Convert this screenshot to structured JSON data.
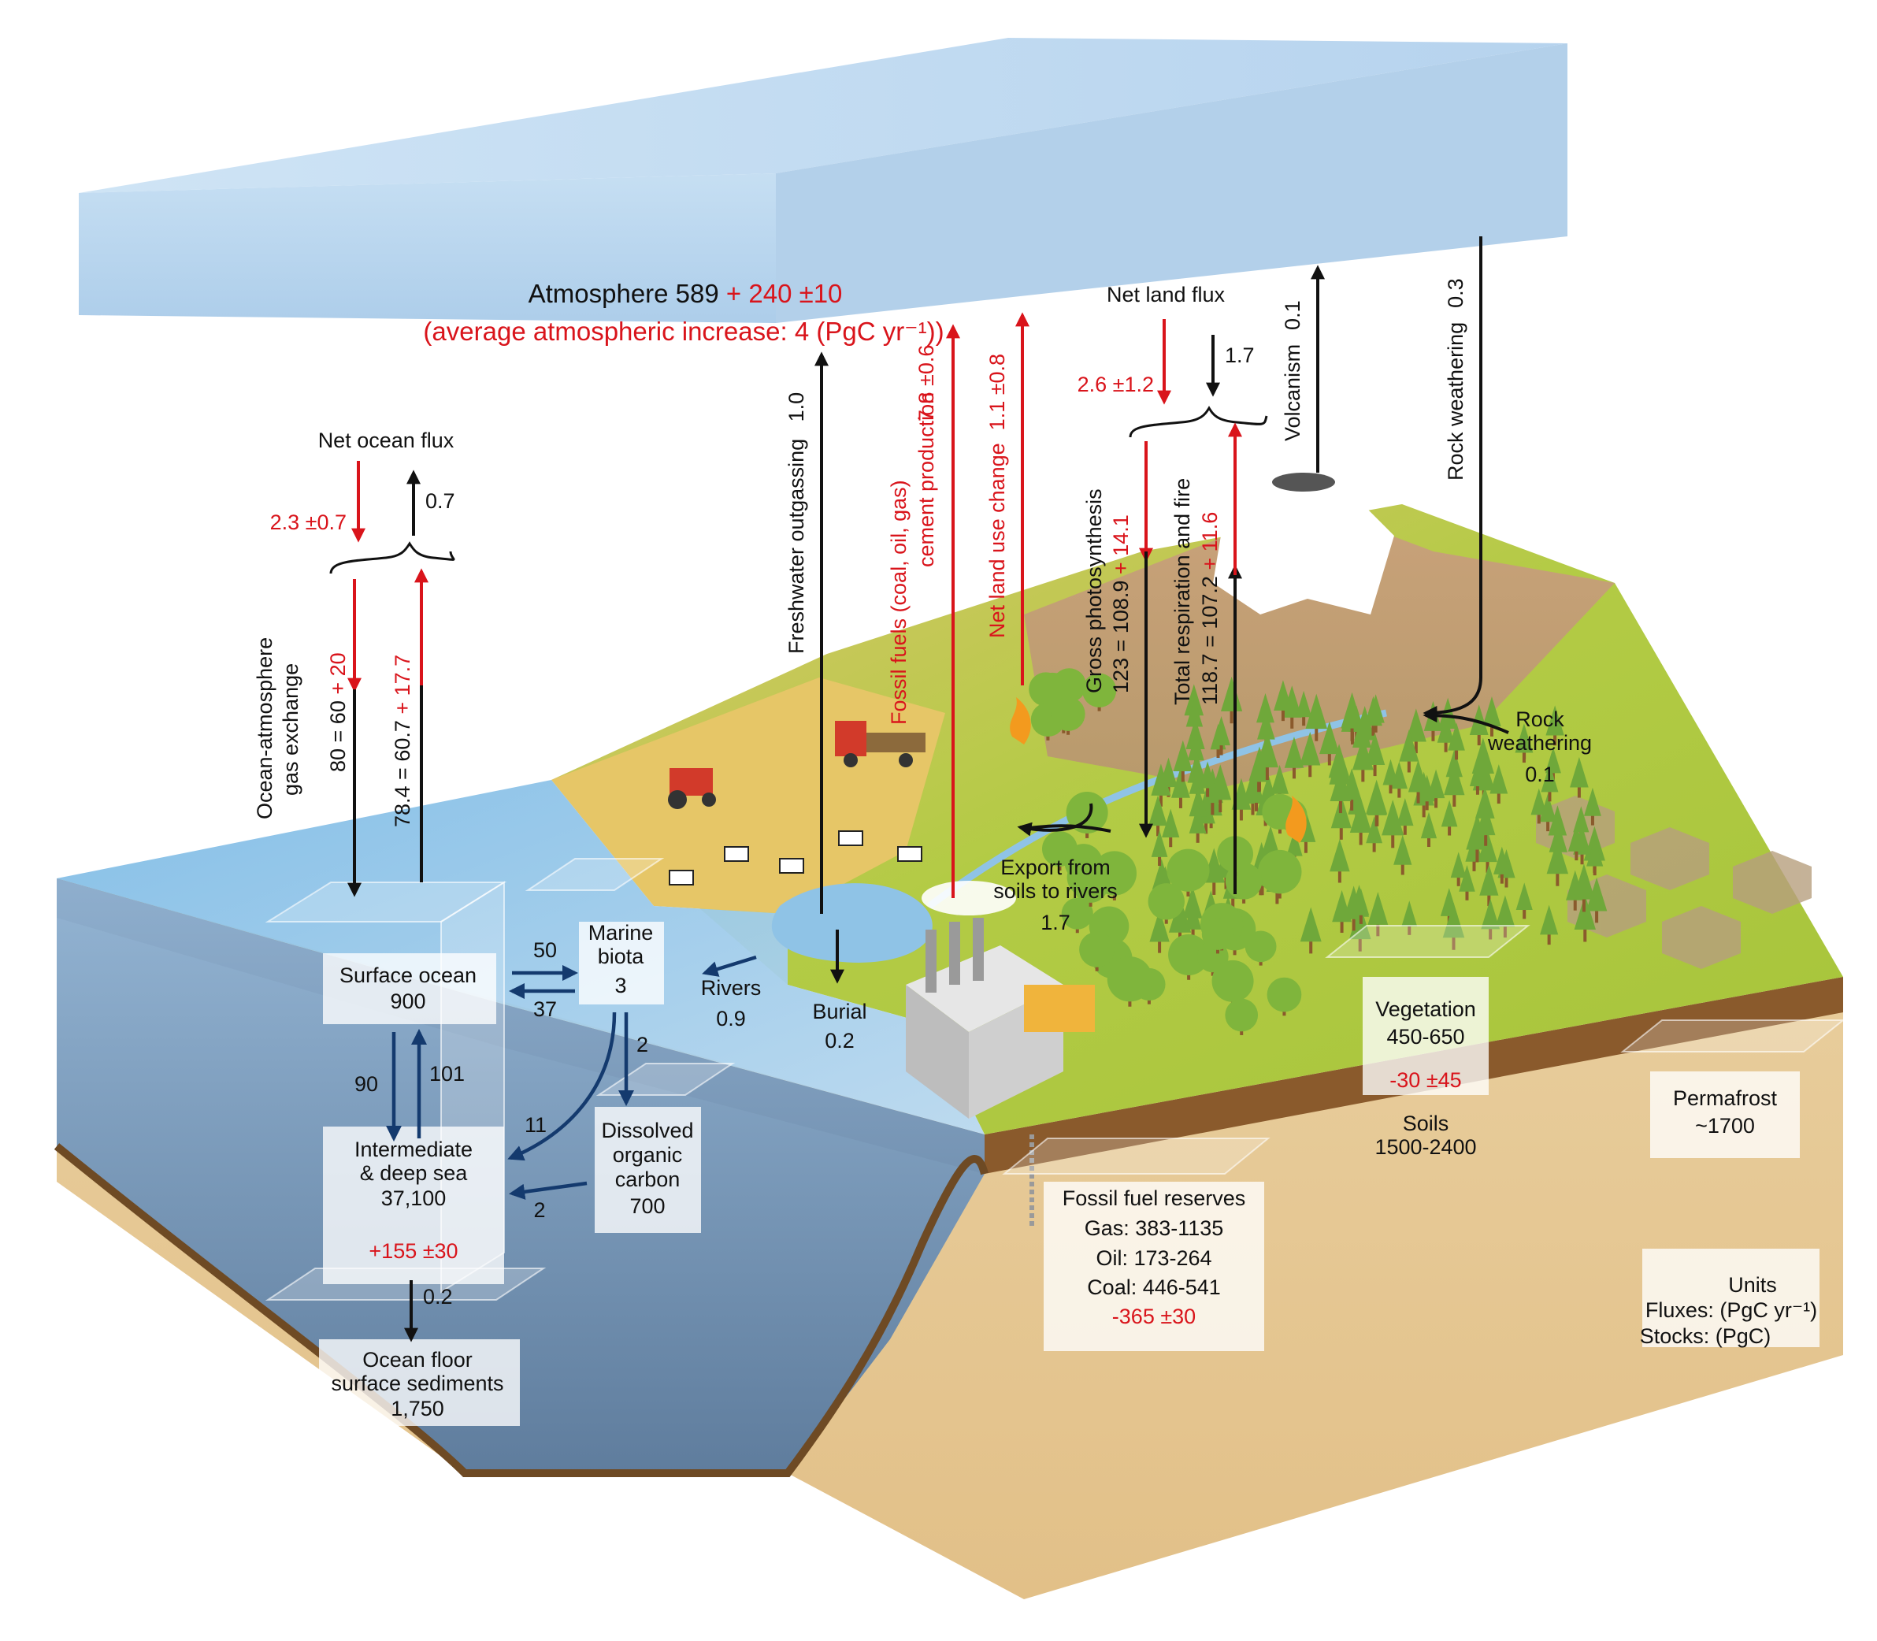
{
  "colors": {
    "red_values": "#d9141b",
    "black_arrows": "#111111",
    "ocean_arrows": "#143a6e",
    "atmosphere": "#bcd7ee",
    "ocean_top": "#9cc8e8",
    "ocean_side": "#6f95bd",
    "land": "#a9c83a",
    "field": "#e6c667",
    "soil_side": "#e7c992",
    "soil_top": "#8b5a2b"
  },
  "atmosphere": {
    "title": "Atmosphere 589",
    "title_red": " + 240 ±10",
    "increase": "(average atmospheric increase: 4 (PgC yr⁻¹))"
  },
  "ocean_flux": {
    "label": "Net ocean flux",
    "down_red": "2.3 ±0.7",
    "up": "0.7",
    "exchange_label_1": "Ocean-atmosphere",
    "exchange_label_2": "gas exchange",
    "down_black": "80 = 60 ",
    "down_red_part": "+ 20",
    "up_black": "78.4 = 60.7 ",
    "up_red_part": "+ 17.7"
  },
  "vertical_fluxes": {
    "freshwater": "Freshwater outgassing",
    "freshwater_val": "1.0",
    "fossil_1": "Fossil fuels (coal, oil, gas)",
    "fossil_2": "cement production",
    "fossil_val": "7.8 ±0.6",
    "land_use": "Net land use change",
    "land_use_val": "1.1 ±0.8",
    "volcanism": "Volcanism",
    "volcanism_val": "0.1",
    "rock": "Rock weathering",
    "rock_val": "0.3"
  },
  "land_flux": {
    "label": "Net land flux",
    "down_red": "2.6 ±1.2",
    "up": "1.7",
    "photo_label": "Gross photosynthesis",
    "photo_black": "123 = 108.9 ",
    "photo_red": "+ 14.1",
    "resp_label": "Total respiration and fire",
    "resp_black": "118.7 = 107.2 ",
    "resp_red": "+ 11.6"
  },
  "ground_labels": {
    "rock_w_1": "Rock",
    "rock_w_2": "weathering",
    "rock_w_val": "0.1",
    "export_1": "Export from",
    "export_2": "soils to rivers",
    "export_val": "1.7",
    "rivers": "Rivers",
    "rivers_val": "0.9",
    "burial": "Burial",
    "burial_val": "0.2"
  },
  "ocean_boxes": {
    "surface_1": "Surface ocean",
    "surface_2": "900",
    "marine_1": "Marine",
    "marine_2": "biota",
    "marine_3": "3",
    "f50": "50",
    "f37": "37",
    "f90": "90",
    "f101": "101",
    "f2a": "2",
    "f11": "11",
    "f2b": "2",
    "deep_1": "Intermediate",
    "deep_2": "& deep sea",
    "deep_3": "37,100",
    "deep_red": "+155 ±30",
    "doc_1": "Dissolved",
    "doc_2": "organic",
    "doc_3": "carbon",
    "doc_4": "700",
    "sed_flux": "0.2",
    "sed_1": "Ocean floor",
    "sed_2": "surface sediments",
    "sed_3": "1,750"
  },
  "land_boxes": {
    "fossil_1": "Fossil fuel reserves",
    "fossil_2": "Gas: 383-1135",
    "fossil_3": "Oil: 173-264",
    "fossil_4": "Coal: 446-541",
    "fossil_red": "-365 ±30",
    "veg_1": "Vegetation",
    "veg_2": "450-650",
    "veg_red": "-30 ±45",
    "soil_1": "Soils",
    "soil_2": "1500-2400",
    "perm_1": "Permafrost",
    "perm_2": "~1700"
  },
  "units": {
    "title": "Units",
    "fluxes": "Fluxes: (PgC yr⁻¹)",
    "stocks": "Stocks: (PgC)"
  }
}
